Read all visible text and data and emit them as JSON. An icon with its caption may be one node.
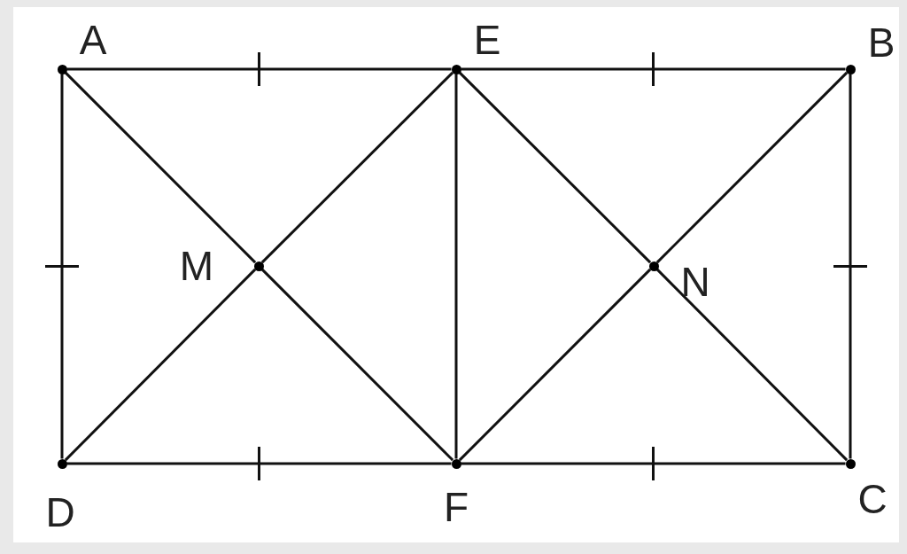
{
  "diagram": {
    "nodes": [
      {
        "text": [],
        "shape": "circle",
        "beside": [
          "A"
        ]
      },
      {
        "text": [],
        "shape": "circle",
        "beside": [
          "E"
        ]
      },
      {
        "text": [],
        "shape": "circle",
        "beside": [
          "B"
        ]
      },
      {
        "text": [],
        "shape": "circle",
        "beside": [
          "M"
        ]
      },
      {
        "text": [],
        "shape": "circle",
        "beside": [
          "N"
        ]
      },
      {
        "text": [],
        "shape": "circle",
        "beside": [
          "D"
        ]
      },
      {
        "text": [],
        "shape": "circle",
        "beside": [
          "F"
        ]
      },
      {
        "text": [],
        "shape": "circle",
        "beside": [
          "C"
        ]
      }
    ],
    "edges": [
      {
        "from": 0,
        "to": 1,
        "arrow": "none"
      },
      {
        "from": 1,
        "to": 2,
        "arrow": "none"
      },
      {
        "from": 0,
        "to": 5,
        "arrow": "none"
      },
      {
        "from": 2,
        "to": 7,
        "arrow": "none"
      },
      {
        "from": 5,
        "to": 6,
        "arrow": "none"
      },
      {
        "from": 6,
        "to": 7,
        "arrow": "none"
      },
      {
        "from": 1,
        "to": 6,
        "arrow": "none"
      },
      {
        "from": 0,
        "to": 3,
        "arrow": "none"
      },
      {
        "from": 3,
        "to": 6,
        "arrow": "none"
      },
      {
        "from": 5,
        "to": 3,
        "arrow": "none"
      },
      {
        "from": 3,
        "to": 1,
        "arrow": "none"
      },
      {
        "from": 1,
        "to": 4,
        "arrow": "none"
      },
      {
        "from": 4,
        "to": 7,
        "arrow": "none"
      },
      {
        "from": 6,
        "to": 4,
        "arrow": "none"
      },
      {
        "from": 4,
        "to": 2,
        "arrow": "none"
      }
    ]
  }
}
